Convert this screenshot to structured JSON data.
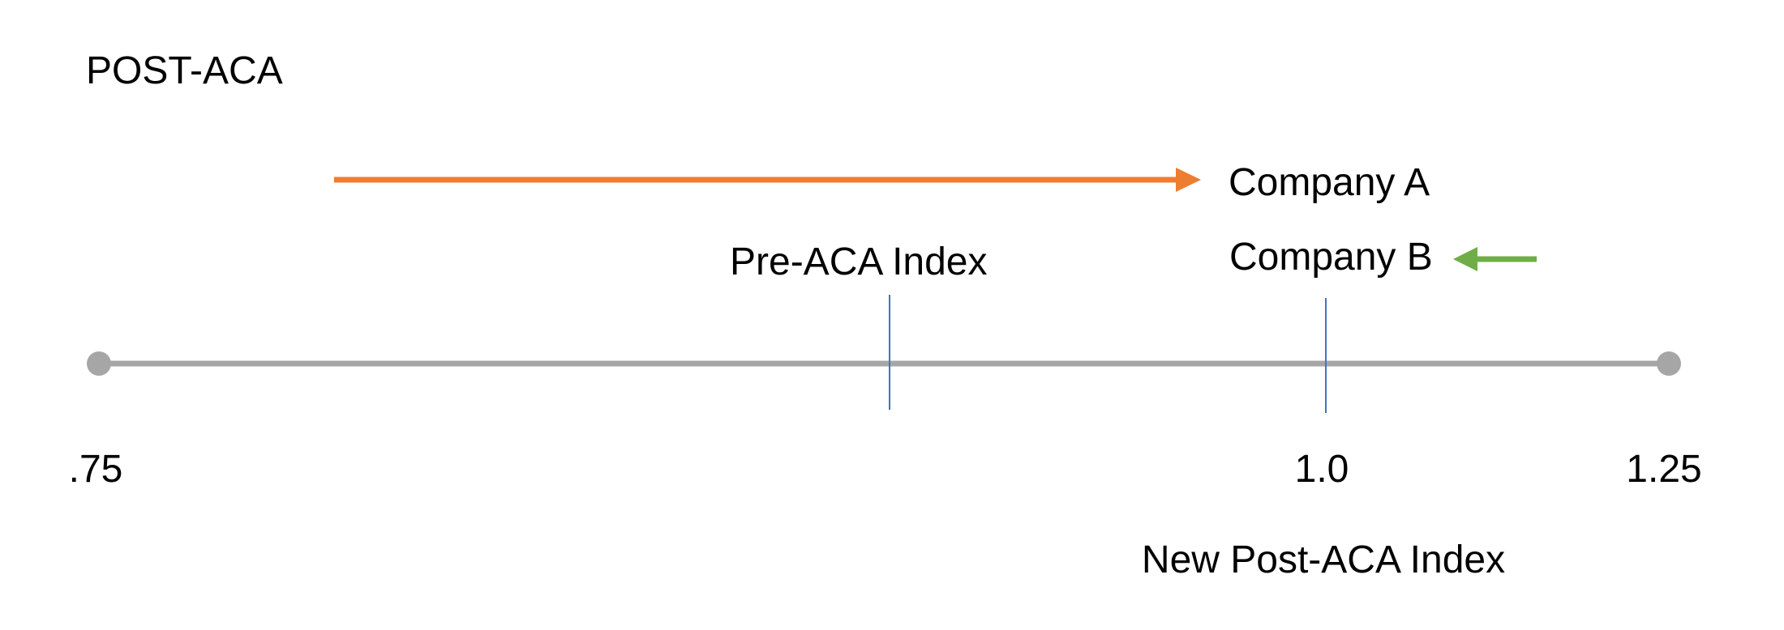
{
  "title": "POST-ACA",
  "axis": {
    "min_label": ".75",
    "mid_label": "1.0",
    "max_label": "1.25",
    "caption": "New Post-ACA Index",
    "line_color": "#a6a6a6",
    "marker_color": "#4472c4"
  },
  "markers": {
    "pre_aca": "Pre-ACA Index"
  },
  "companies": [
    {
      "label": "Company A",
      "arrow_direction": "right",
      "color": "#ed7d31"
    },
    {
      "label": "Company B",
      "arrow_direction": "left",
      "color": "#70ad47"
    }
  ]
}
